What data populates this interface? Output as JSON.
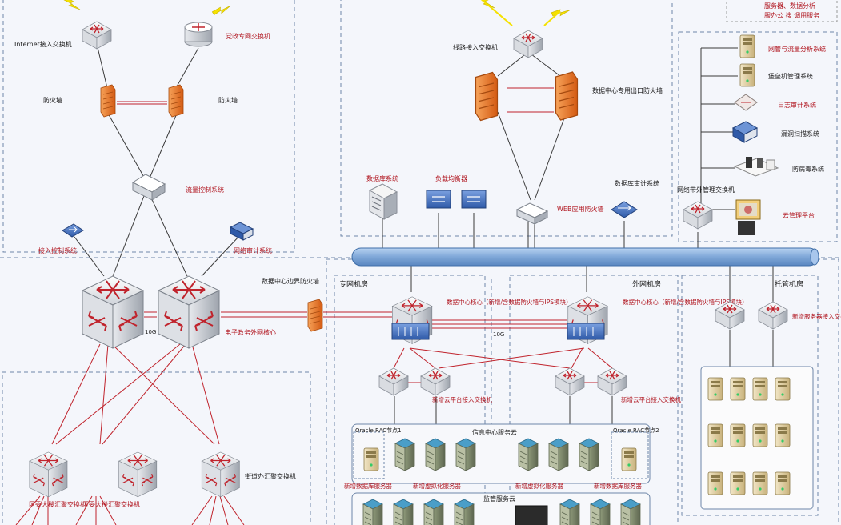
{
  "colors": {
    "background": "#f4f6fb",
    "zone_border": "#6e86a8",
    "link_dark": "#3a3a3a",
    "link_red": "#c0232c",
    "label_red": "#b0141e",
    "label_dark": "#1b1b1b",
    "firewall": "#e8731f",
    "bus": "#7fa7d8",
    "lightning": "#f5e100"
  },
  "legend_note": {
    "text": "服务器、数据分析",
    "text2": "服办公 搜 调用服务"
  },
  "labels": {
    "internet_switch": "Internet接入交换机",
    "private_switch": "党政专网交换机",
    "firewall_left": "防火墙",
    "firewall_right": "防火墙",
    "flow_control": "流量控制系统",
    "access_control": "接入控制系统",
    "net_audit": "网络审计系统",
    "dc_border_fw": "数据中心边界防火墙",
    "core_label": "电子政务外网核心",
    "backbone_10g_left": "10G",
    "line_access_switch": "线路接入交换机",
    "dc_exit_fw": "数据中心专用出口防火墙",
    "db_system": "数据库系统",
    "load_balancer": "负载均衡器",
    "waf": "WEB应用防火墙",
    "db_audit": "数据库审计系统",
    "oob_switch": "网络带外管理交换机",
    "net_traffic": "网管与流量分析系统",
    "bastion": "堡垒机管理系统",
    "log_audit": "日志审计系统",
    "vuln_scan": "漏洞扫描系统",
    "antivirus": "防病毒系统",
    "monitor_platform": "云管理平台",
    "room_private": "专网机房",
    "room_external": "外网机房",
    "room_hosting": "托管机房",
    "dc_core_left": "数据中心核心（新增/含数据防火墙与IPS模块）",
    "dc_core_right": "数据中心核心（新增/含数据防火墙与IPS模块）",
    "backbone_10g_mid": "10G",
    "cloud_access_left": "新增云平台接入交换机",
    "cloud_access_right": "新增云平台接入交换机",
    "hosting_access": "新增服务器接入交换机",
    "oracle_left": "Oracle RAC节点1",
    "oracle_right": "Oracle RAC节点2",
    "dc_server_cloud": "信息中心服务云",
    "new_db_left": "新增数据库服务器",
    "new_virt_left": "新增虚拟化服务器",
    "new_virt_right": "新增虚拟化服务器",
    "new_db_right": "新增数据库服务器",
    "supervision_cloud": "监管服务云",
    "district_a": "区委大楼汇聚交换机",
    "district_b": "区委大楼汇聚交换机",
    "street_agg": "街道办汇聚交换机"
  }
}
